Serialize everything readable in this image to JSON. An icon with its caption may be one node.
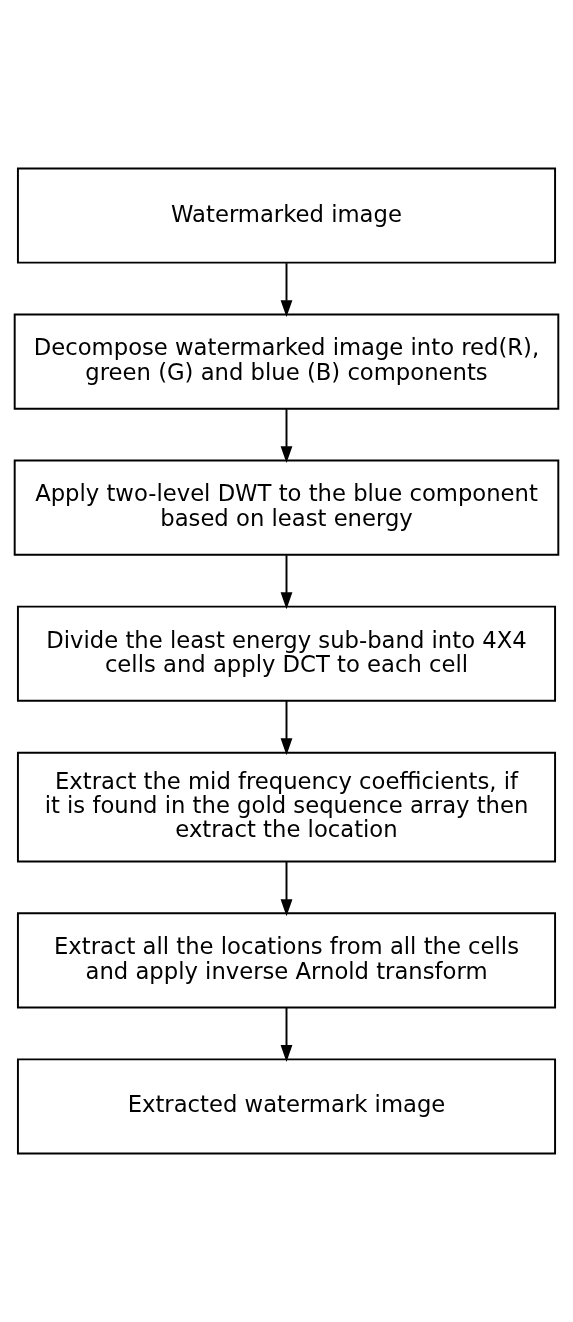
{
  "diagram": {
    "nodes": [
      {
        "text": [
          "Watermarked image"
        ]
      },
      {
        "text": [
          "Decompose watermarked image into red(R), green (G) and blue (B) components"
        ]
      },
      {
        "text": [
          "Apply two-level DWT to the blue component based on least energy"
        ]
      },
      {
        "text": [
          "Divide the least energy sub-band into 4X4 cells and apply DCT to each cell"
        ]
      },
      {
        "text": [
          "Extract the mid frequency coefficients, if it is found in the gold sequence array then extract the location"
        ]
      },
      {
        "text": [
          "Extract all the locations from all the cells and apply inverse Arnold transform"
        ]
      },
      {
        "text": [
          "Extracted watermark image"
        ]
      }
    ],
    "edges": [
      {
        "from": 0,
        "to": 1,
        "arrow": "to"
      },
      {
        "from": 1,
        "to": 2,
        "arrow": "to"
      },
      {
        "from": 2,
        "to": 3,
        "arrow": "to"
      },
      {
        "from": 3,
        "to": 4,
        "arrow": "to"
      },
      {
        "from": 4,
        "to": 5,
        "arrow": "to"
      },
      {
        "from": 5,
        "to": 6,
        "arrow": "to"
      }
    ]
  }
}
